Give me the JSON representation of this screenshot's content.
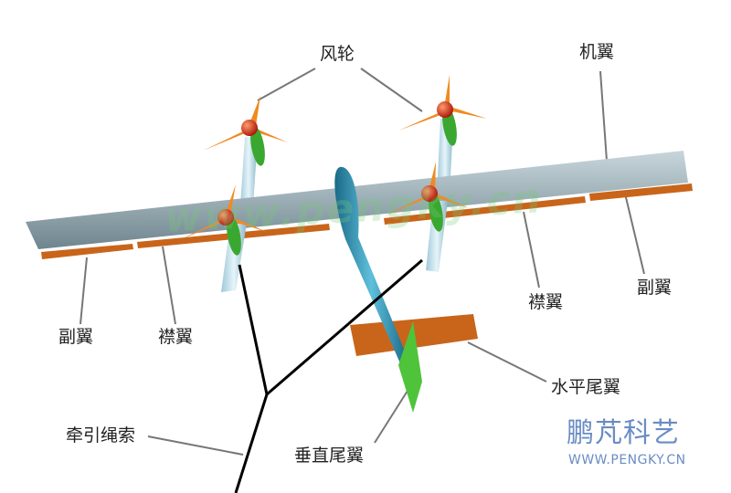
{
  "labels": {
    "rotor": "风轮",
    "wing": "机翼",
    "aileron_left": "副翼",
    "flap_left": "襟翼",
    "flap_right": "襟翼",
    "aileron_right": "副翼",
    "horizontal_tail": "水平尾翼",
    "vertical_tail": "垂直尾翼",
    "tether": "牵引绳索"
  },
  "watermark": "www.pengky.cn",
  "logo": {
    "name": "鹏芃科艺",
    "url_text": "WWW.PENGKY.CN"
  },
  "colors": {
    "wing": "#8a9ea6",
    "flap": "#c8651a",
    "fuselage": "#2a8aa8",
    "tail_vertical": "#4fc43a",
    "rotor_blade": "#f08a20",
    "hub": "#d0281a",
    "tether": "#000000",
    "logo": "#6a8cc4"
  }
}
